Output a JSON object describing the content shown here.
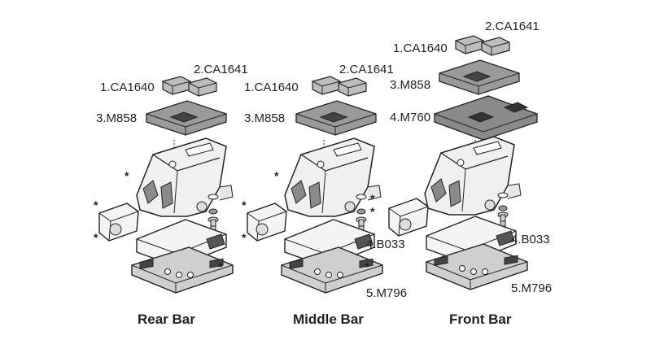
{
  "assemblies": [
    {
      "caption": "Rear Bar",
      "parts": [
        "1.CA1640",
        "2.CA1641",
        "3.M858"
      ]
    },
    {
      "caption": "Middle Bar",
      "parts": [
        "1.CA1640",
        "2.CA1641",
        "3.M858",
        "4.B033",
        "5.M796"
      ]
    },
    {
      "caption": "Front Bar",
      "parts": [
        "1.CA1640",
        "2.CA1641",
        "3.M858",
        "4.M760",
        "4.B033",
        "5.M796"
      ]
    }
  ],
  "marker": "*"
}
